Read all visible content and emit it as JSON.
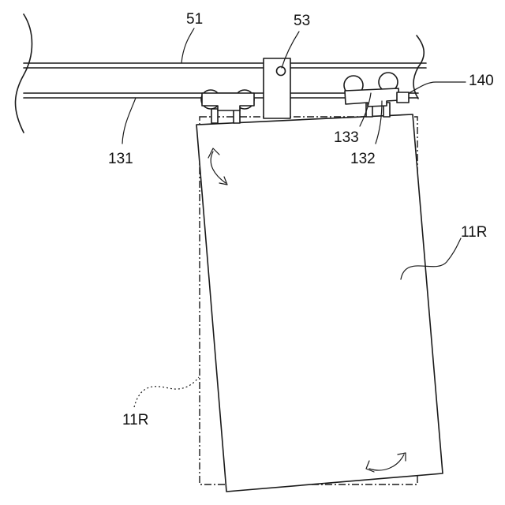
{
  "labels": {
    "rail_upper": "51",
    "bracket": "53",
    "stopper": "140",
    "rail_lower": "131",
    "roller_carriage": "133",
    "roller": "132",
    "panel_right": "11R",
    "panel_left": "11R"
  }
}
